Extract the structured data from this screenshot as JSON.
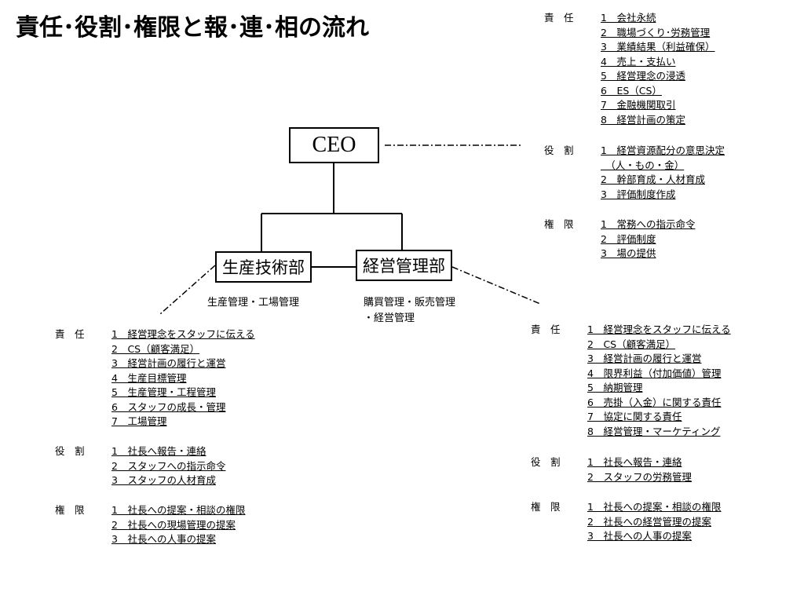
{
  "title": "責任･役割･権限と報･連･相の流れ",
  "org": {
    "ceo": "CEO",
    "seisan": "生産技術部",
    "keiei": "経営管理部",
    "seisan_sub": "生産管理・工場管理",
    "keiei_sub_1": "購買管理・販売管理",
    "keiei_sub_2": "・経営管理"
  },
  "ceo_block": {
    "sekinin": {
      "header": "責　任",
      "items": [
        "1　会社永続",
        "2　職場づくり･労務管理",
        "3　業績結果（利益確保）",
        "4　売上・支払い",
        "5　経営理念の浸透",
        "6　ES（CS）",
        "7　金融機関取引",
        "8　経営計画の策定"
      ]
    },
    "yakuwari": {
      "header": "役　割",
      "items": [
        "1　経営資源配分の意思決定",
        "　（人・もの・金）",
        "2　幹部育成・人材育成",
        "3　評価制度作成"
      ]
    },
    "kengen": {
      "header": "権　限",
      "items": [
        "1　常務への指示命令",
        "2　評価制度",
        "3　場の提供"
      ]
    }
  },
  "seisan_block": {
    "sekinin": {
      "header": "責　任",
      "items": [
        "1　経営理念をスタッフに伝える",
        "2　CS（顧客満足）",
        "3　経営計画の履行と運営",
        "4　生産目標管理",
        "5　生産管理・工程管理",
        "6　スタッフの成長・管理",
        "7　工場管理"
      ]
    },
    "yakuwari": {
      "header": "役　割",
      "items": [
        "1　社長へ報告・連絡",
        "2　スタッフへの指示命令",
        "3　スタッフの人材育成"
      ]
    },
    "kengen": {
      "header": "権　限",
      "items": [
        "1　社長への提案・相談の権限",
        "2　社長への現場管理の提案",
        "3　社長への人事の提案"
      ]
    }
  },
  "keiei_block": {
    "sekinin": {
      "header": "責　任",
      "items": [
        "1　経営理念をスタッフに伝える",
        "2　CS（顧客満足）",
        "3　経営計画の履行と運営",
        "4　限界利益（付加価値）管理",
        "5　納期管理",
        "6　売掛（入金）に関する責任",
        "7　協定に関する責任",
        "8　経営管理・マーケティング"
      ]
    },
    "yakuwari": {
      "header": "役　割",
      "items": [
        "1　社長へ報告・連絡",
        "2　スタッフの労務管理"
      ]
    },
    "kengen": {
      "header": "権　限",
      "items": [
        "1　社長への提案・相談の権限",
        "2　社長への経営管理の提案",
        "3　社長への人事の提案"
      ]
    }
  }
}
